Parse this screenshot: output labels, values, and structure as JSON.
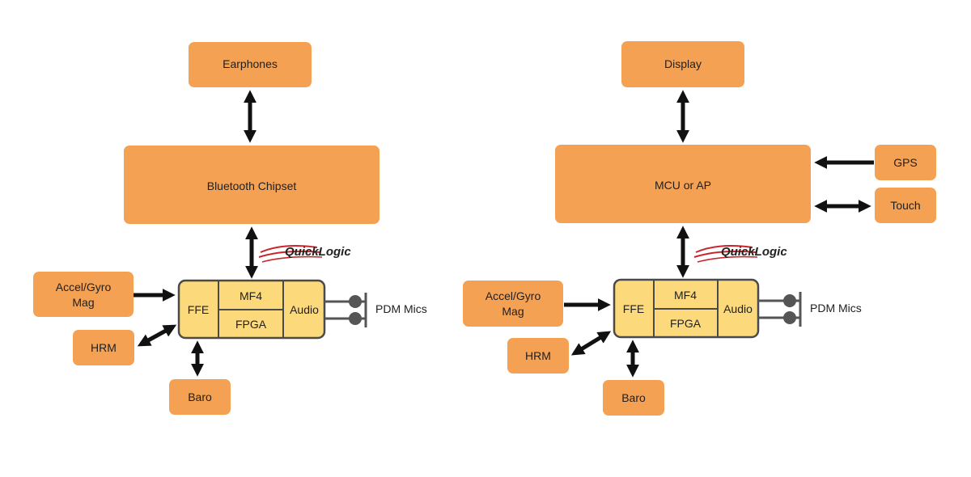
{
  "left": {
    "earphones": "Earphones",
    "bluetooth": "Bluetooth Chipset",
    "chip": {
      "ffe": "FFE",
      "mf4": "MF4",
      "fpga": "FPGA",
      "audio": "Audio"
    },
    "logo": "QuickLogic",
    "accel": [
      "Accel/Gyro",
      "Mag"
    ],
    "hrm": "HRM",
    "baro": "Baro",
    "mics": "PDM Mics"
  },
  "right": {
    "display": "Display",
    "mcu": "MCU or AP",
    "gps": "GPS",
    "touch": "Touch",
    "chip": {
      "ffe": "FFE",
      "mf4": "MF4",
      "fpga": "FPGA",
      "audio": "Audio"
    },
    "logo": "QuickLogic",
    "accel": [
      "Accel/Gyro",
      "Mag"
    ],
    "hrm": "HRM",
    "baro": "Baro",
    "mics": "PDM Mics"
  },
  "colors": {
    "block": "#F4A153",
    "chip": "#FCD97A",
    "arrow": "#111111",
    "logo_swoosh": "#C8262C"
  }
}
